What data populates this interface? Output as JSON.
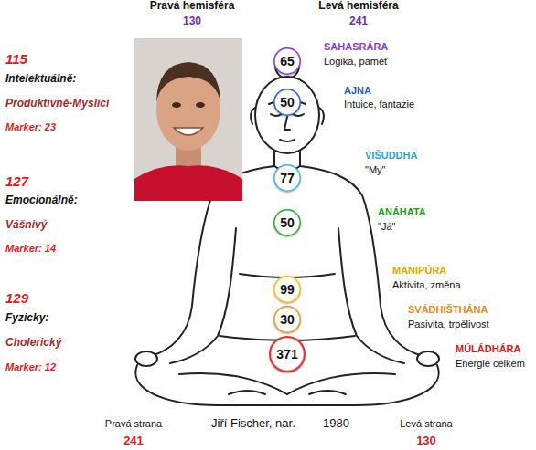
{
  "diagram": {
    "nodes": [
      {
        "text": [
          "65"
        ]
      },
      {
        "text": [
          "50"
        ]
      },
      {
        "text": [
          "77"
        ]
      },
      {
        "text": [
          "50"
        ]
      },
      {
        "text": [
          "99"
        ]
      },
      {
        "text": [
          "30"
        ]
      },
      {
        "text": [
          "371"
        ]
      }
    ],
    "labels": [
      "Pravá hemisféra",
      "130",
      "Levá hemisféra",
      "241",
      "115",
      "Intelektuálně:",
      "Produktivně-Myslící",
      "Marker: 23",
      "SAHASRÁRA",
      "Logika, paměť",
      "AJNA",
      "Intuice, fantazie",
      "127",
      "Emocionálně:",
      "Vášnivý",
      "Marker: 14",
      "VIŠUDDHA",
      "\"My\"",
      "ANÁHATA",
      "\"Já\"",
      "MANIPÚRA",
      "Aktivita, změna",
      "129",
      "Fyzicky:",
      "Cholerický",
      "Marker: 12",
      "SVÁDHIŠTHÁNA",
      "Pasivita, trpělivost",
      "MÚLÁDHÁRA",
      "Energie celkem",
      "Pravá strana",
      "Jiří Fischer, nar.",
      "1980",
      "Levá strana",
      "241",
      "130"
    ]
  }
}
